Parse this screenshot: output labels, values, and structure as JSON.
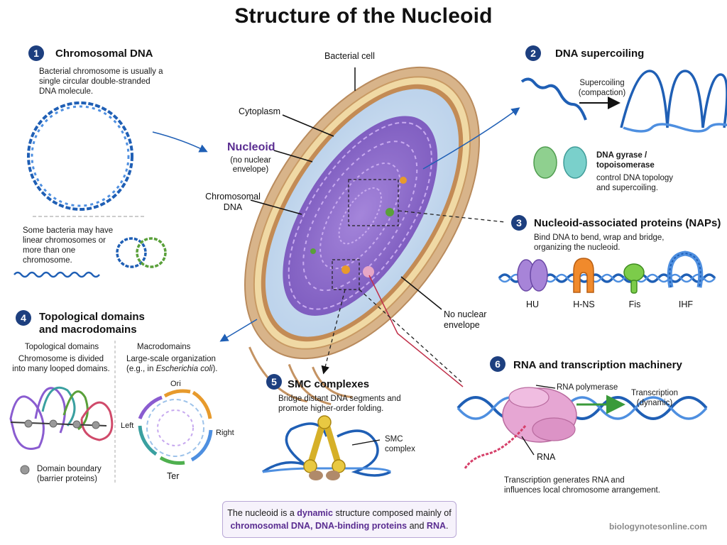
{
  "title": "Structure of the Nucleoid",
  "source": "biologynotesonline.com",
  "cell": {
    "bacterial_cell": "Bacterial cell",
    "cytoplasm": "Cytoplasm",
    "nucleoid": "Nucleoid",
    "nucleoid_note": "(no nuclear envelope)",
    "chromosomal_dna": "Chromosomal DNA",
    "no_envelope": "No nuclear envelope"
  },
  "sections": [
    {
      "num": "1",
      "title": "Chromosomal DNA",
      "text": "Bacterial chromosome is usually a single circular double-stranded DNA molecule.",
      "note": "Some bacteria may have linear chromosomes or more than one chromosome."
    },
    {
      "num": "2",
      "title": "DNA supercoiling",
      "arrow_label": "Supercoiling (compaction)",
      "enzyme_title": "DNA gyrase / topoisomerase",
      "enzyme_text": "control DNA topology and supercoiling."
    },
    {
      "num": "3",
      "title": "Nucleoid-associated proteins (NAPs)",
      "text": "Bind DNA to bend, wrap and bridge, organizing the nucleoid.",
      "proteins": [
        "HU",
        "H-NS",
        "Fis",
        "IHF"
      ]
    },
    {
      "num": "4",
      "title": "Topological domains and macrodomains",
      "sub1_title": "Topological domains",
      "sub1_text": "Chromosome is divided into many looped domains.",
      "legend": "Domain boundary (barrier proteins)",
      "sub2_title": "Macrodomains",
      "sub2_text_a": "Large-scale organization (e.g., in ",
      "sub2_text_b": "Escherichia coli",
      "sub2_text_c": ").",
      "macro_labels": [
        "Ori",
        "Left",
        "Right",
        "Ter"
      ]
    },
    {
      "num": "5",
      "title": "SMC complexes",
      "text": "Bridge distant DNA segments and promote higher-order folding.",
      "label": "SMC complex"
    },
    {
      "num": "6",
      "title": "RNA and transcription machinery",
      "rnap": "RNA polymerase",
      "transcription": "Transcription (dynamic)",
      "rna": "RNA",
      "text": "Transcription generates RNA and influences local chromosome arrangement."
    }
  ],
  "summary": {
    "a": "The nucleoid is a ",
    "b": "dynamic",
    "c": " structure composed mainly of ",
    "d": "chromosomal DNA, DNA-binding proteins",
    "e": " and ",
    "f": "RNA",
    "g": "."
  },
  "colors": {
    "dna": "#1f5fb5",
    "nucleoid": "#7a4cc0",
    "badge": "#1d3f7f",
    "cell_wall": "#d8b48a",
    "cytoplasm": "#c9dcf0"
  }
}
